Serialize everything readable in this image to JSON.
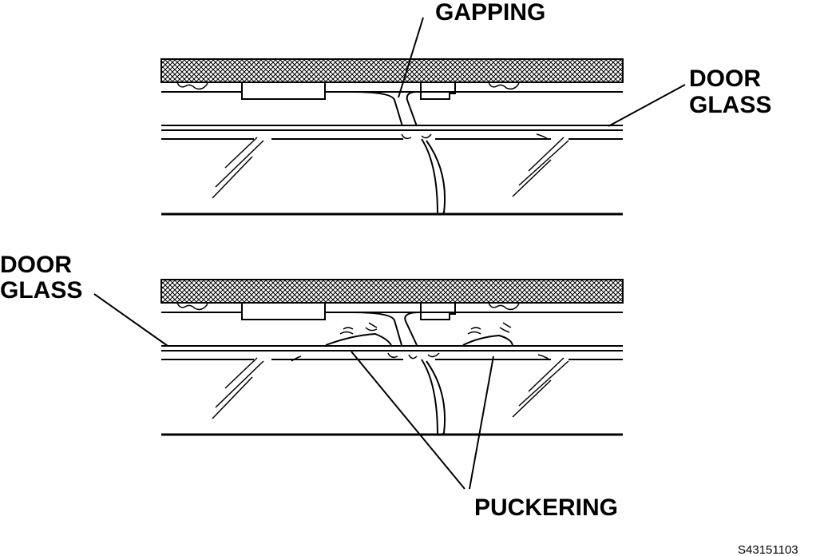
{
  "labels": {
    "gapping": "GAPPING",
    "door_glass_top_line1": "DOOR",
    "door_glass_top_line2": "GLASS",
    "door_glass_bottom_line1": "DOOR",
    "door_glass_bottom_line2": "GLASS",
    "puckering": "PUCKERING",
    "figure_code": "S43151103"
  }
}
